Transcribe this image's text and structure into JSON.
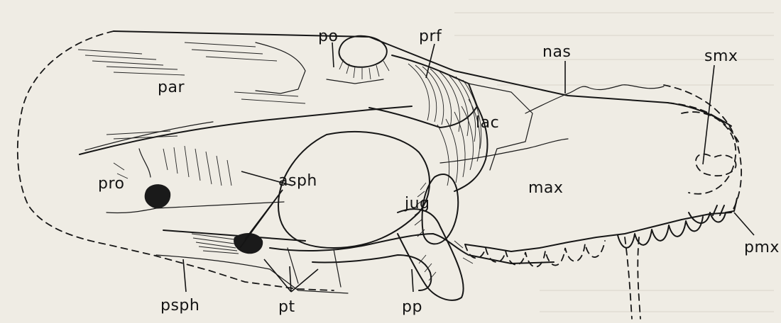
{
  "figure": {
    "labels": {
      "po": "po",
      "prf": "prf",
      "nas": "nas",
      "par": "par",
      "lac": "lac",
      "smx": "smx",
      "pro": "pro",
      "asph": "asph",
      "jug": "jug",
      "max": "max",
      "pmx": "pmx",
      "psph": "psph",
      "pt": "pt",
      "pp": "pp"
    }
  }
}
